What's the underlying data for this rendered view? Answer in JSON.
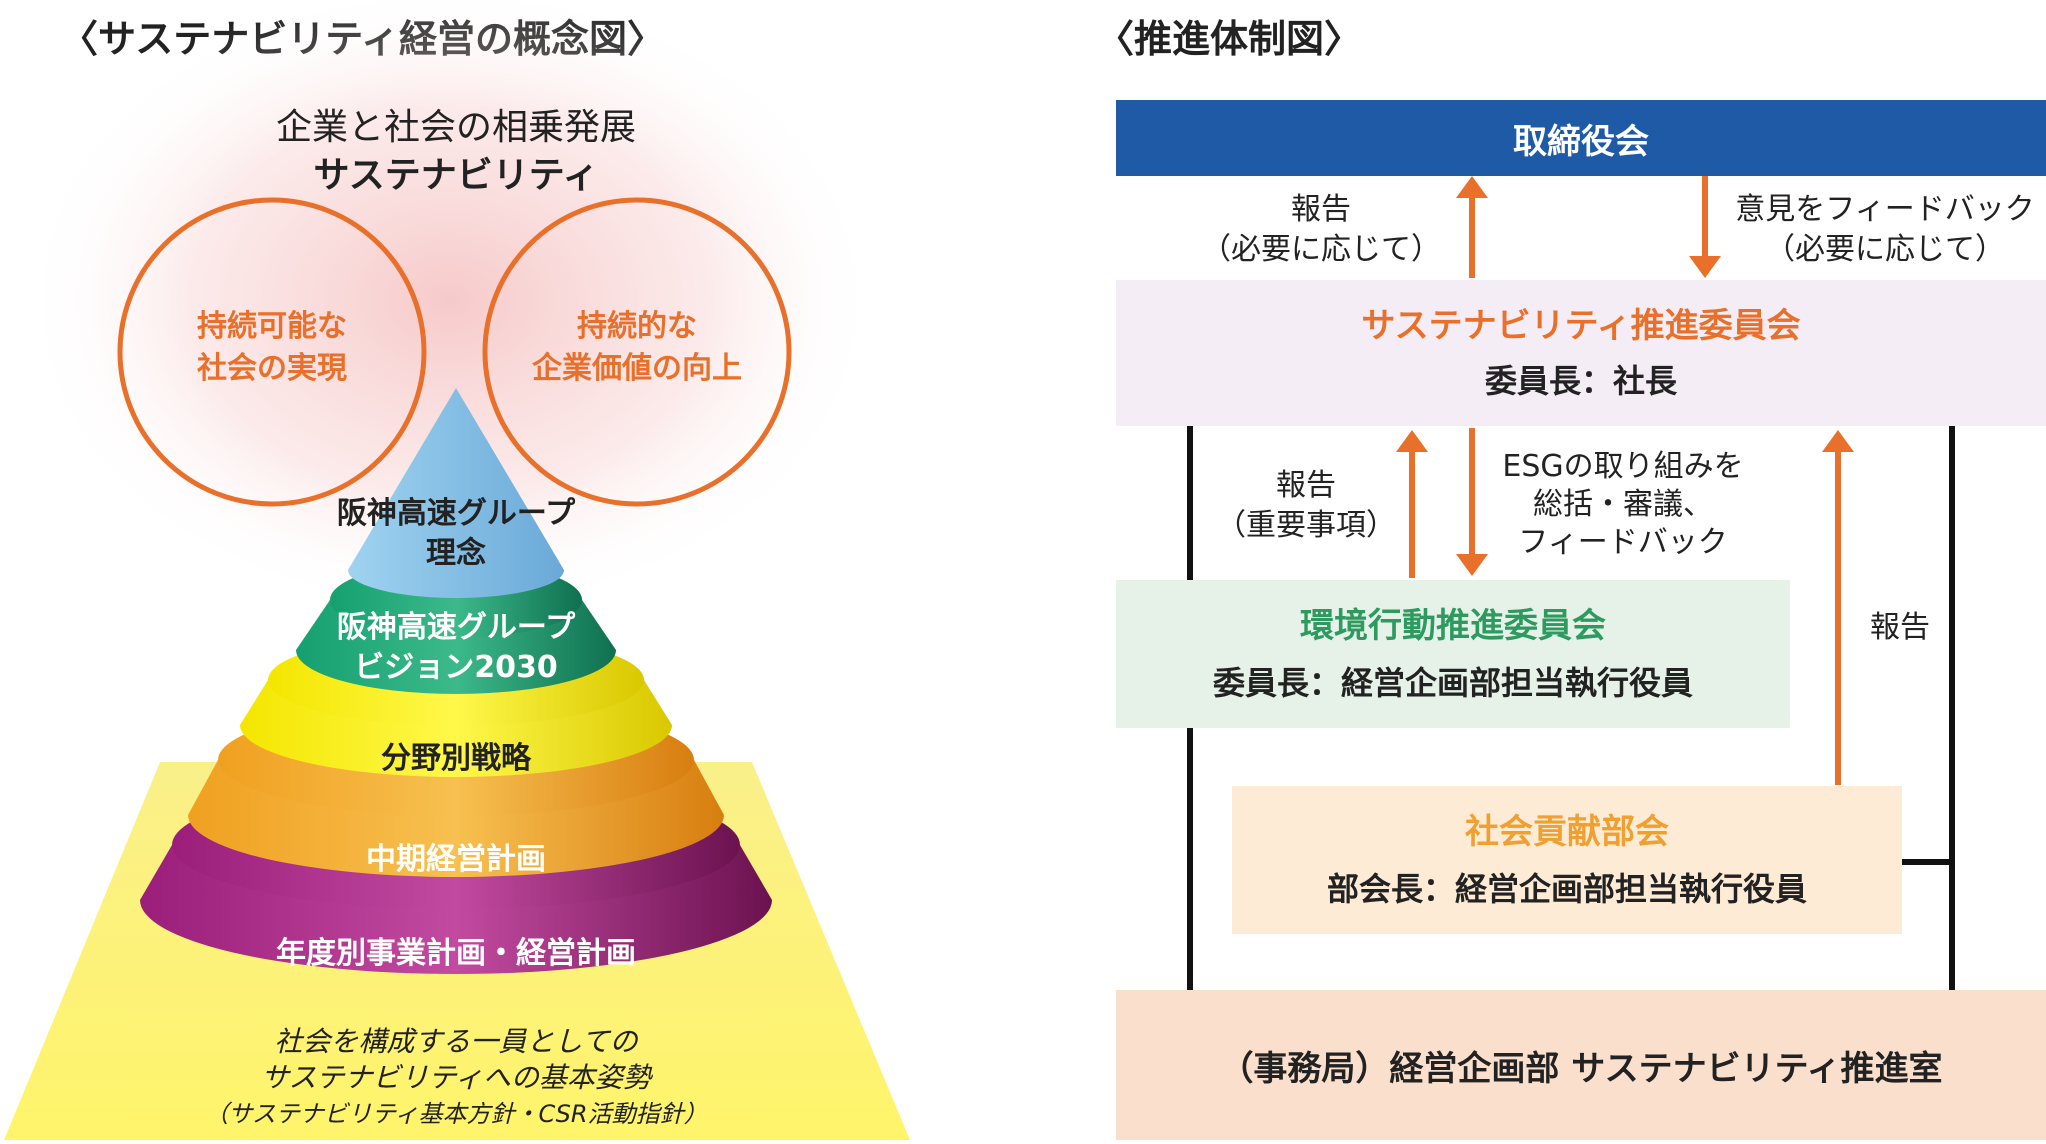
{
  "left": {
    "heading": "〈サステナビリティ経営の概念図〉",
    "top_line1": "企業と社会の相乗発展",
    "top_line2": "サステナビリティ",
    "circle_left": [
      "持続可能な",
      "社会の実現"
    ],
    "circle_right": [
      "持続的な",
      "企業価値の向上"
    ],
    "pyramid": {
      "level1": [
        "阪神高速グループ",
        "理念"
      ],
      "level2": [
        "阪神高速グループ",
        "ビジョン2030"
      ],
      "level3": "分野別戦略",
      "level4": "中期経営計画",
      "level5": "年度別事業計画・経営計画"
    },
    "base": [
      "社会を構成する一員としての",
      "サステナビリティへの基本姿勢",
      "（サステナビリティ基本方針・CSR活動指針）"
    ]
  },
  "right": {
    "heading": "〈推進体制図〉",
    "board": "取締役会",
    "report_up1": [
      "報告",
      "（必要に応じて）"
    ],
    "feedback_down": [
      "意見をフィードバック",
      "（必要に応じて）"
    ],
    "committee_title": "サステナビリティ推進委員会",
    "committee_chair": "委員長：社長",
    "report_up2": [
      "報告",
      "（重要事項）"
    ],
    "esg_note": [
      "ESGの取り組みを",
      "総括・審議、",
      "フィードバック"
    ],
    "report_right": "報告",
    "env_title": "環境行動推進委員会",
    "env_chair": "委員長：経営企画部担当執行役員",
    "social_title": "社会貢献部会",
    "social_chair": "部会長：経営企画部担当執行役員",
    "secretariat": "（事務局）経営企画部 サステナビリティ推進室"
  },
  "colors": {
    "orange": "#e8702a",
    "navy": "#1f5aa6",
    "green_text": "#2d9a5f",
    "sun_orange": "#f0a030",
    "purple": "#8c1f6b",
    "lightpurple": "#f5edf5",
    "lightgreen": "#e6f2e8",
    "lightorange": "#fdebd5",
    "peach": "#fae0cc",
    "yellow": "#fbf27a"
  }
}
